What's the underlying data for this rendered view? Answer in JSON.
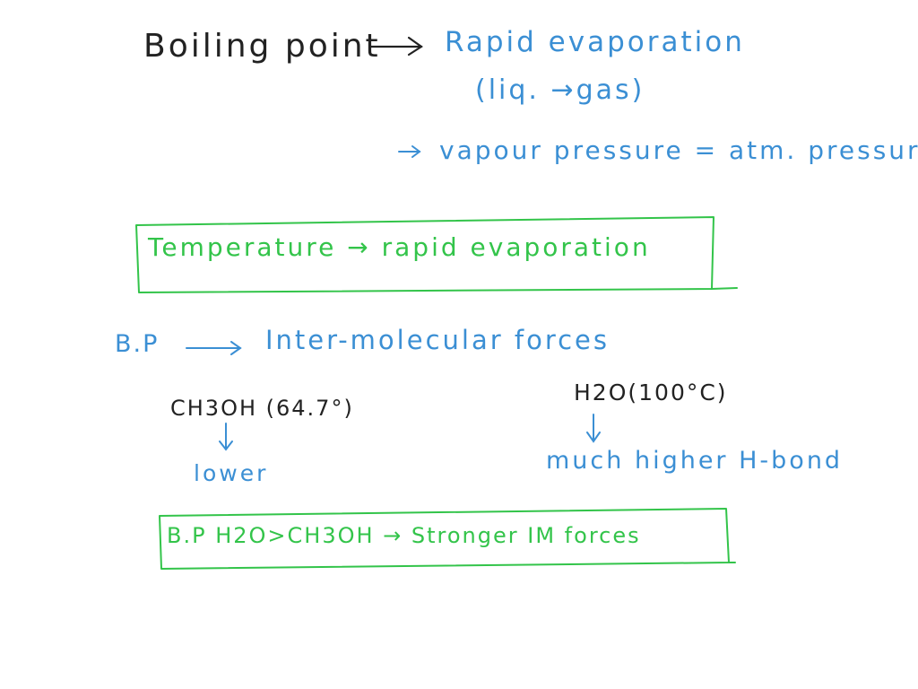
{
  "notes": {
    "title": "Boiling point",
    "rapid_evaporation": "Rapid evaporation",
    "liq_gas": "(liq. →gas)",
    "vapour_pressure": "vapour pressure = atm. pressure",
    "box1": "Temperature → rapid evaporation",
    "bp": "B.P",
    "intermolecular": "Inter-molecular forces",
    "ch3oh": "CH3OH (64.7°)",
    "lower": "lower",
    "h2o": "H2O(100°C)",
    "much_higher": "much higher H-bond",
    "box2": "B.P H2O>CH3OH → Stronger IM forces"
  },
  "colors": {
    "black_ink": "#222222",
    "blue_ink": "#3b8fd4",
    "green_ink": "#33c44a",
    "background": "#ffffff"
  }
}
